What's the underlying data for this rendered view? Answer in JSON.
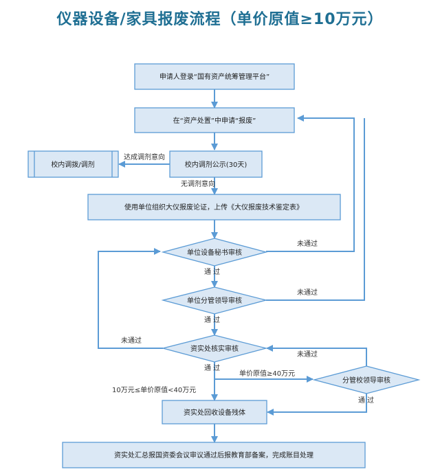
{
  "title": "仪器设备/家具报废流程（单价原值≥10万元）",
  "nodes": {
    "login": "申请人登录“国有资产统筹管理平台”",
    "apply": "在“资产处置”中申请“报废”",
    "transfer": "校内调拨/调剂",
    "publicity": "校内调剂公示(30天)",
    "demonstrate": "使用单位组织大仪报废论证，上传《大仪报废技术鉴定表》",
    "secretary": "单位设备秘书审核",
    "leader": "单位分管领导审核",
    "asset_review": "资实处核实审核",
    "school_leader": "分管校领导审核",
    "recycle": "资实处回收设备残体",
    "final": "资实处汇总报国资委会议审议通过后报教育部备案，完成账目处理"
  },
  "labels": {
    "intent": "达成调剂意向",
    "no_intent": "无调剂意向",
    "fail1": "未通过",
    "pass1": "通  过",
    "fail2": "未通过",
    "pass2": "通  过",
    "fail3": "未通过",
    "pass3": "通  过",
    "range_low": "10万元≤单价原值<40万元",
    "range_high": "单价原值≥40万元",
    "fail4": "未通过",
    "pass4": "通  过"
  },
  "colors": {
    "title": "#1f6f93",
    "box_fill": "#dbe8f5",
    "box_stroke": "#5b9bd5",
    "line": "#5b9bd5"
  }
}
